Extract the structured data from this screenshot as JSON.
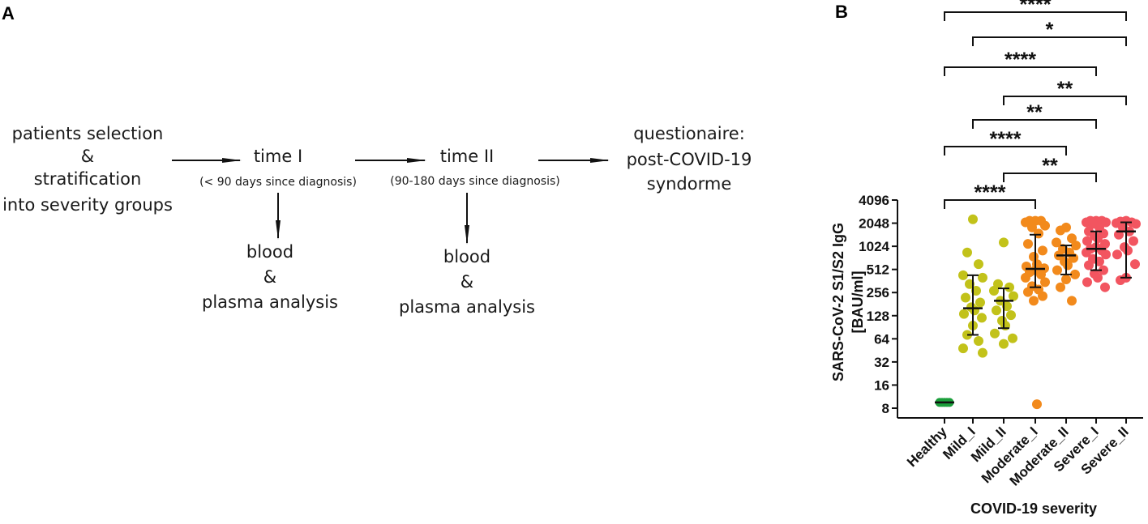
{
  "panel_a": {
    "label": "A",
    "nodes": {
      "start": [
        "patients selection",
        "&",
        "stratification",
        "into severity groups"
      ],
      "time1": {
        "title": "time I",
        "note": "(< 90 days since diagnosis)"
      },
      "time2": {
        "title": "time II",
        "note": "(90-180 days since diagnosis)"
      },
      "end": [
        "questionaire:",
        "post-COVID-19",
        "syndorme"
      ],
      "blood1": [
        "blood",
        "&",
        "plasma analysis"
      ],
      "blood2": [
        "blood",
        "&",
        "plasma analysis"
      ]
    }
  },
  "panel_b": {
    "label": "B"
  },
  "chart_data": {
    "type": "scatter",
    "subtype": "dot plot with median and interquartile range",
    "xlabel": "COVID-19 severity",
    "ylabel": "SARS-CoV-2 S1/S2 IgG\n[BAU/ml]",
    "y_scale": "log2",
    "ylim": [
      8,
      4096
    ],
    "y_ticks": [
      8,
      16,
      32,
      64,
      128,
      256,
      512,
      1024,
      2048,
      4096
    ],
    "categories": [
      "Healthy",
      "Mild_I",
      "Mild_II",
      "Moderate_I",
      "Moderate_II",
      "Severe_I",
      "Severe_II"
    ],
    "colors": [
      "#1a9e3a",
      "#c2c21a",
      "#c2c21a",
      "#f28a1c",
      "#f28a1c",
      "#f25560",
      "#f25560"
    ],
    "series": [
      {
        "name": "Healthy",
        "median": 9.5,
        "q1": 9.5,
        "q3": 9.5,
        "values": [
          9.5,
          9.5,
          9.5,
          9.5,
          9.5,
          9.5,
          9.5,
          9.5,
          9.5,
          9.5
        ]
      },
      {
        "name": "Mild_I",
        "median": 160,
        "q1": 72,
        "q3": 430,
        "values": [
          2300,
          850,
          600,
          430,
          400,
          330,
          270,
          220,
          190,
          165,
          150,
          135,
          120,
          95,
          72,
          60,
          48,
          42
        ]
      },
      {
        "name": "Mild_II",
        "median": 200,
        "q1": 88,
        "q3": 290,
        "values": [
          1150,
          330,
          300,
          270,
          230,
          200,
          170,
          150,
          130,
          110,
          95,
          75,
          65,
          55
        ]
      },
      {
        "name": "Moderate_I",
        "median": 520,
        "q1": 300,
        "q3": 1450,
        "values": [
          2200,
          2200,
          2200,
          2100,
          1900,
          1800,
          1500,
          1100,
          900,
          750,
          600,
          560,
          530,
          500,
          470,
          440,
          400,
          350,
          310,
          280,
          260,
          230,
          200,
          9
        ]
      },
      {
        "name": "Moderate_II",
        "median": 780,
        "q1": 440,
        "q3": 1050,
        "values": [
          1800,
          1650,
          1300,
          1150,
          1050,
          950,
          850,
          780,
          720,
          650,
          580,
          500,
          440,
          380,
          300,
          200
        ]
      },
      {
        "name": "Severe_I",
        "median": 950,
        "q1": 500,
        "q3": 1600,
        "values": [
          2200,
          2200,
          2200,
          2100,
          2100,
          2000,
          1800,
          1600,
          1500,
          1400,
          1300,
          1200,
          1100,
          1000,
          950,
          900,
          850,
          800,
          700,
          650,
          580,
          500,
          450,
          400,
          350,
          300
        ]
      },
      {
        "name": "Severe_II",
        "median": 1600,
        "q1": 400,
        "q3": 2100,
        "values": [
          2200,
          2150,
          2100,
          2050,
          2000,
          1800,
          1600,
          1450,
          1200,
          1000,
          900,
          800,
          600,
          400,
          370
        ]
      }
    ],
    "significance": [
      {
        "from": "Healthy",
        "to": "Severe_II",
        "label": "****"
      },
      {
        "from": "Mild_I",
        "to": "Severe_II",
        "label": "*"
      },
      {
        "from": "Healthy",
        "to": "Severe_I",
        "label": "****"
      },
      {
        "from": "Mild_II",
        "to": "Severe_II",
        "label": "**"
      },
      {
        "from": "Mild_I",
        "to": "Severe_I",
        "label": "**"
      },
      {
        "from": "Healthy",
        "to": "Moderate_II",
        "label": "****"
      },
      {
        "from": "Mild_II",
        "to": "Severe_I",
        "label": "**"
      },
      {
        "from": "Healthy",
        "to": "Moderate_I",
        "label": "****"
      }
    ]
  }
}
